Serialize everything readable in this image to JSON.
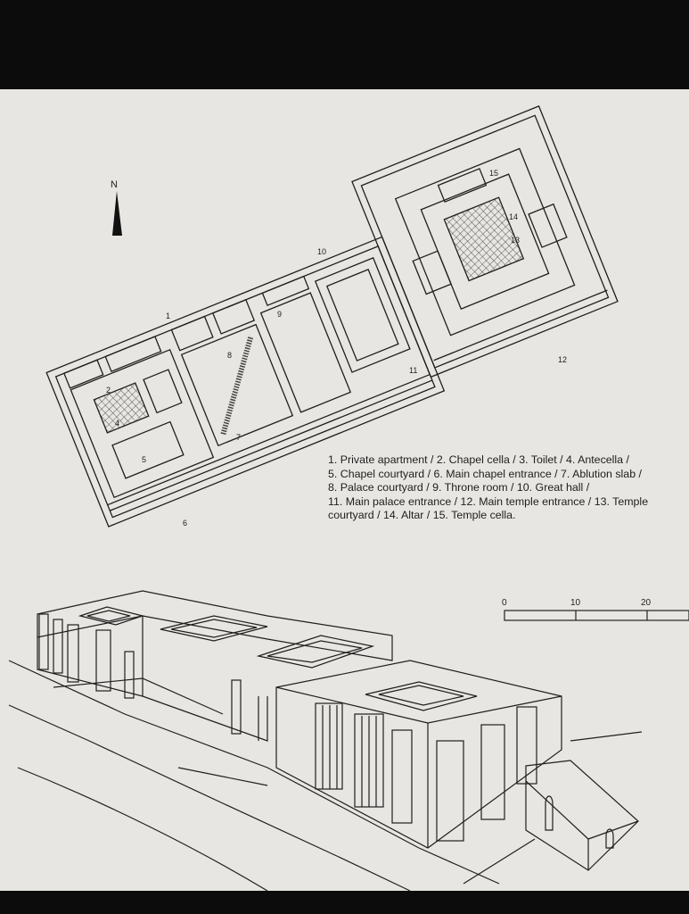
{
  "north_label": "N",
  "plan_numbers": [
    "1",
    "2",
    "4",
    "5",
    "6",
    "7",
    "8",
    "9",
    "10",
    "11",
    "12",
    "13",
    "14",
    "15"
  ],
  "legend_lines": [
    "1. Private apartment / 2. Chapel cella / 3. Toilet / 4. Antecella /",
    "5. Chapel courtyard / 6. Main chapel entrance / 7. Ablution slab /",
    "8. Palace courtyard / 9. Throne room / 10. Great hall /",
    "11. Main palace entrance / 12. Main temple entrance / 13. Temple",
    "courtyard / 14. Altar / 15. Temple cella."
  ],
  "scale_ticks": [
    "0",
    "10",
    "20"
  ],
  "colors": {
    "paper": "#e7e6e2",
    "ink": "#1f1f1f",
    "frame": "#0c0c0c"
  }
}
